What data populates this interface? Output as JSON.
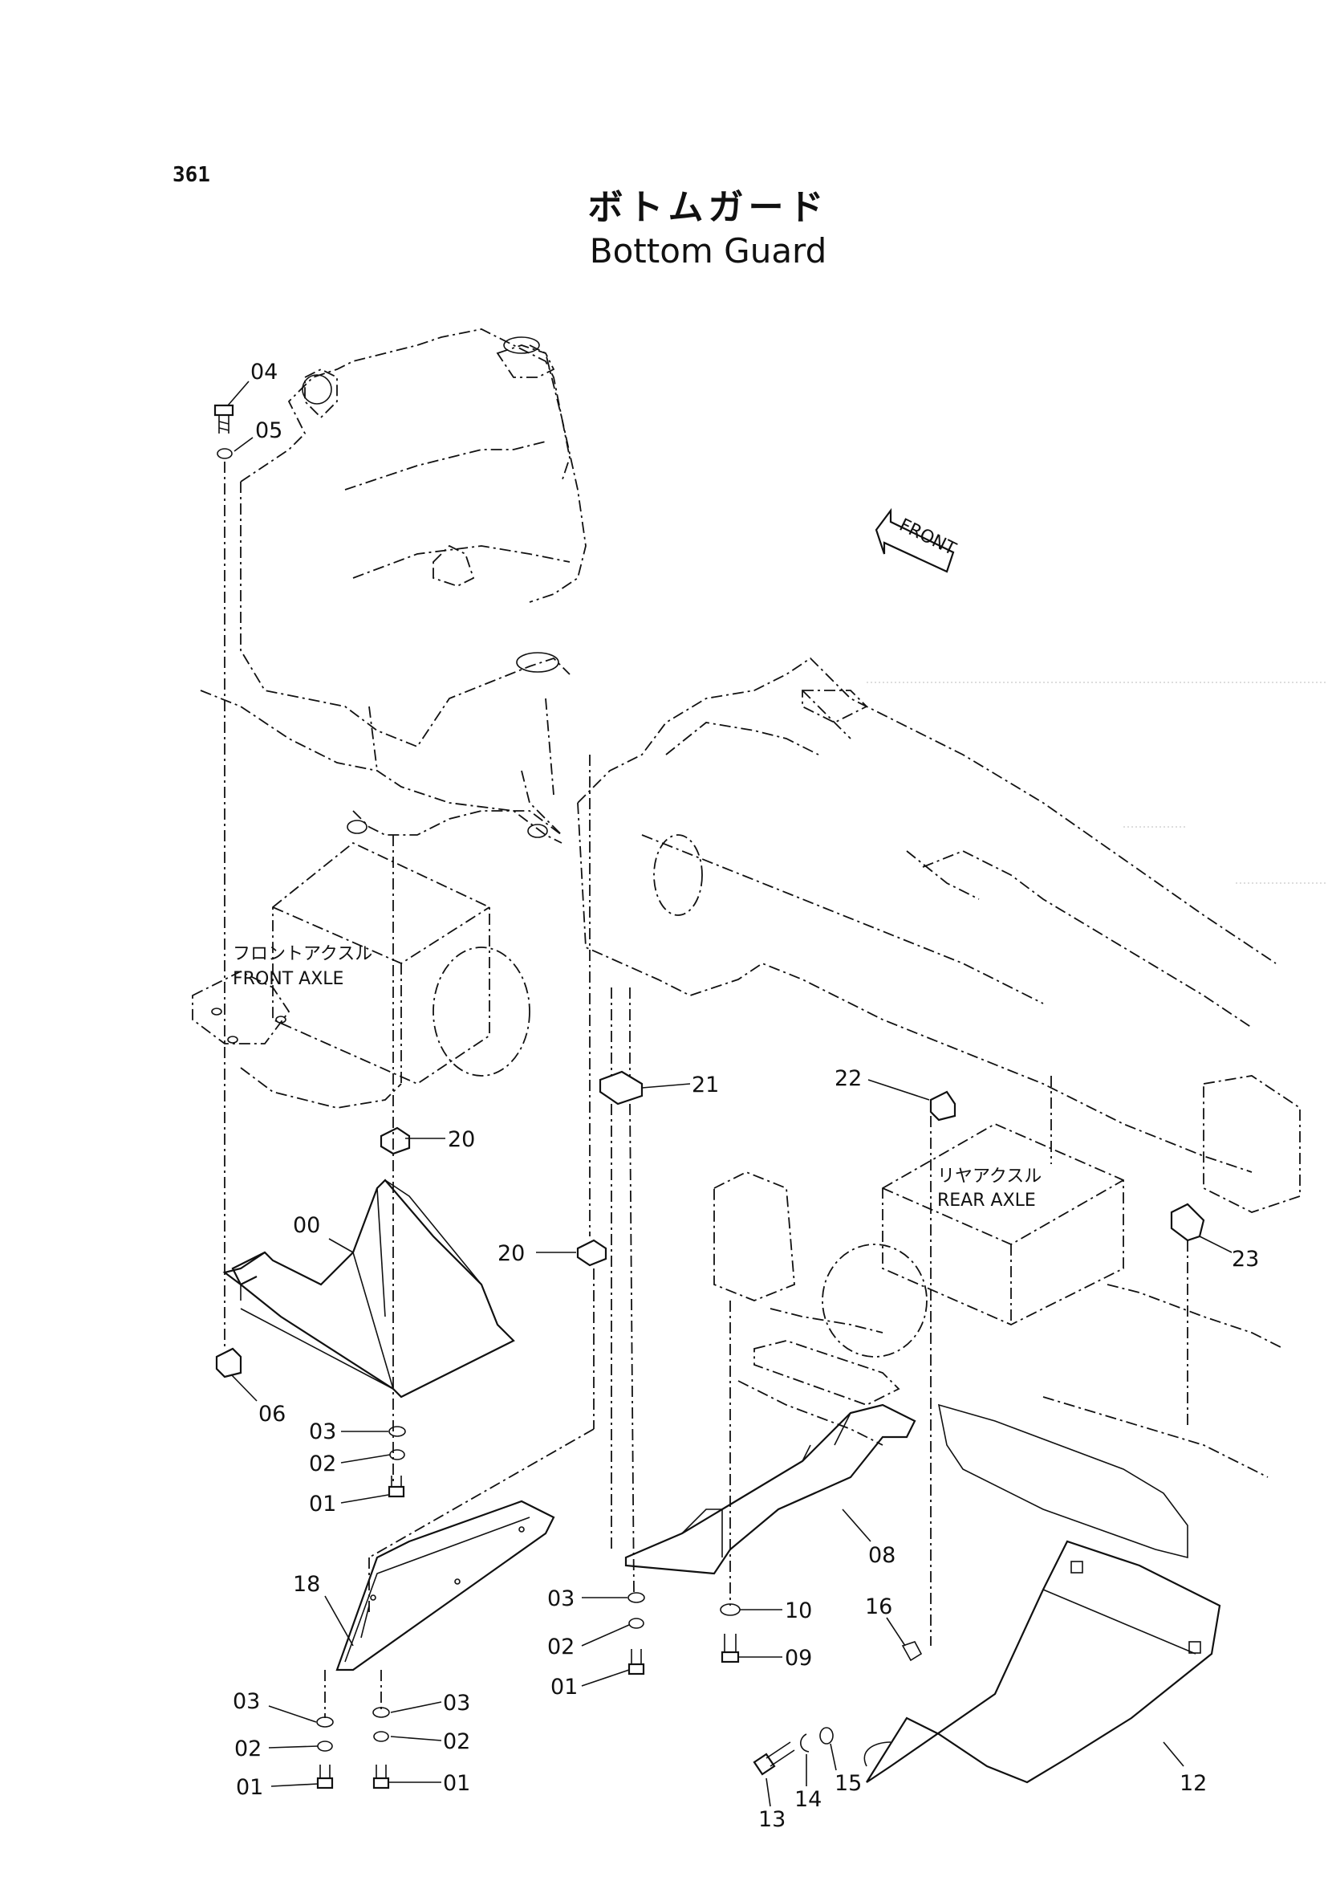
{
  "page_number": "361",
  "title_jp": "ボトムガード",
  "title_en": "Bottom Guard",
  "direction_marker": "FRONT",
  "assemblies": {
    "front_axle_jp": "フロントアクスル",
    "front_axle_en": "FRONT  AXLE",
    "rear_axle_jp": "リヤアクスル",
    "rear_axle_en": "REAR  AXLE"
  },
  "callouts": {
    "c00": "00",
    "c01a": "01",
    "c01b": "01",
    "c01c": "01",
    "c01d": "01",
    "c02a": "02",
    "c02b": "02",
    "c02c": "02",
    "c02d": "02",
    "c03a": "03",
    "c03b": "03",
    "c03c": "03",
    "c03d": "03",
    "c04": "04",
    "c05": "05",
    "c06": "06",
    "c08": "08",
    "c09": "09",
    "c10": "10",
    "c12": "12",
    "c13": "13",
    "c14": "14",
    "c15": "15",
    "c16": "16",
    "c18": "18",
    "c20a": "20",
    "c20b": "20",
    "c21": "21",
    "c22": "22",
    "c23": "23"
  }
}
